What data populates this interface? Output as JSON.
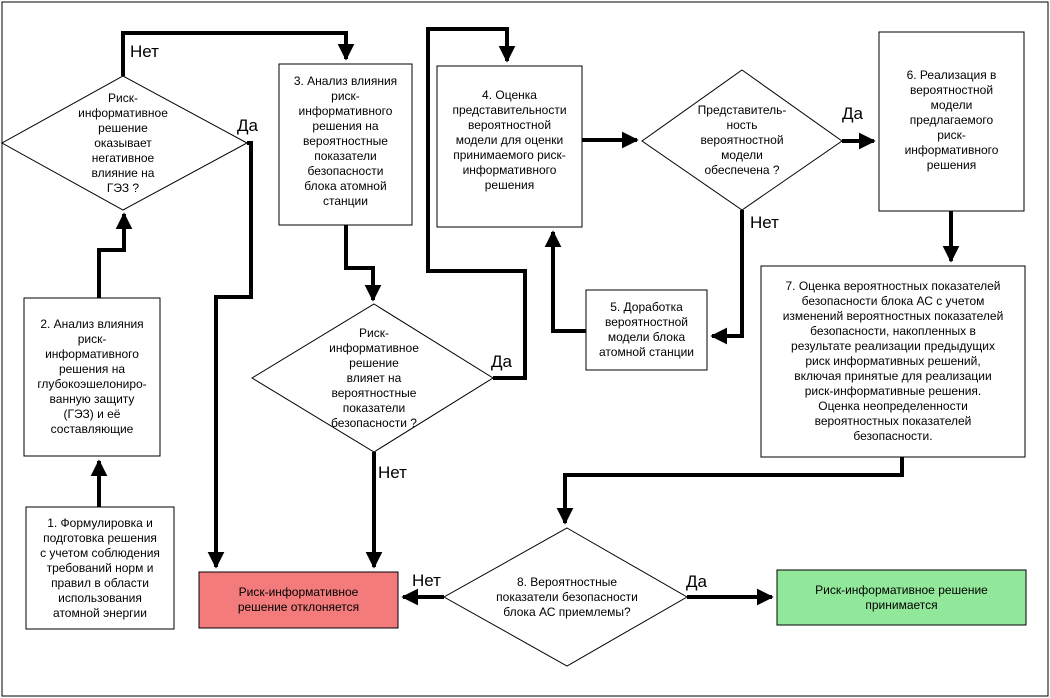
{
  "nodes": {
    "n1": {
      "text": "1. Формулировка и\nподготовка решения\nс учетом соблюдения\nтребований норм и\nправил в области\nиспользования\nатомной энергии"
    },
    "n2": {
      "text": "2. Анализ влияния\nриск-\nинформативного\nрешения на\nглубокоэшелониро-\nванную защиту\n(ГЭЗ) и её\nсоставляющие"
    },
    "d1": {
      "text": "Риск-\nинформативное\nрешение\nоказывает\nнегативное\nвлияние  на\nГЭЗ ?"
    },
    "n3": {
      "text": "3. Анализ влияния\nриск-\nинформативного\nрешения на\nвероятностные\nпоказатели\nбезопасности\nблока атомной\nстанции"
    },
    "d2": {
      "text": "Риск-\nинформативное\nрешение\nвлияет на\nвероятностные\nпоказатели\nбезопасности ?"
    },
    "n4": {
      "text": "4. Оценка\nпредставительности\nвероятностной\nмодели для оценки\nпринимаемого риск-\nинформативного\nрешения"
    },
    "d3": {
      "text": "Представитель-\nность\nвероятностной\nмодели\nобеспечена ?"
    },
    "n5": {
      "text": "5. Доработка\nвероятностной\nмодели блока\nатомной станции"
    },
    "n6": {
      "text": "6. Реализация в\nвероятностной\nмодели\nпредлагаемого\nриск-\nинформативного\nрешения"
    },
    "n7": {
      "text": "7. Оценка  вероятностных показателей\nбезопасности блока АС с учетом\nизменений вероятностных показателей\nбезопасности,  накопленных в\nрезультате реализации предыдущих\nриск информативных решений,\nвключая принятые для реализации\nриск-информативные решения.\nОценка неопределенности\nвероятностных показателей\nбезопасности."
    },
    "d4": {
      "text": "8. Вероятностные\nпоказатели безопасности\nблока АС приемлемы?"
    },
    "rejected": {
      "text": "Риск-информативное\nрешение отклоняется"
    },
    "accepted": {
      "text": "Риск-информативное решение\nпринимается"
    }
  },
  "labels": {
    "d1_no": "Нет",
    "d1_yes": "Да",
    "d2_yes": "Да",
    "d2_no": "Нет",
    "d3_yes": "Да",
    "d3_no": "Нет",
    "d4_no": "Нет",
    "d4_yes": "Да"
  },
  "colors": {
    "rejected_fill": "#f47b7b",
    "accepted_fill": "#92e89a",
    "line": "#000000"
  }
}
